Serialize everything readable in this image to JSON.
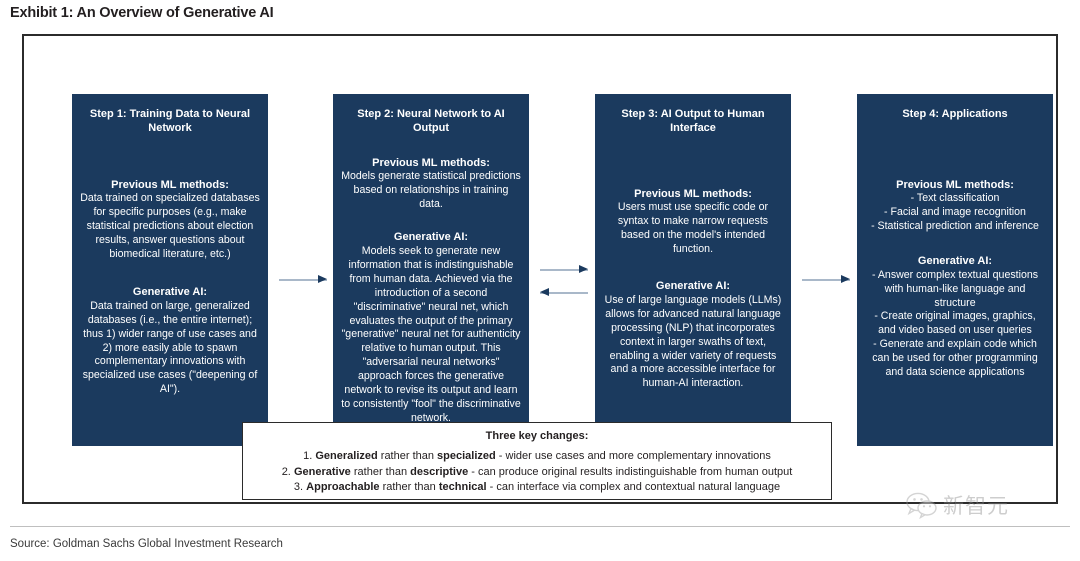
{
  "exhibit": {
    "title": "Exhibit 1: An Overview of Generative AI"
  },
  "colors": {
    "box_fill": "#1b3a5e",
    "frame_border": "#2b2b2b",
    "arrow_shaft": "#a9b8c9",
    "arrow_head": "#1b3a5e",
    "text_on_box": "#ffffff"
  },
  "steps": [
    {
      "header": "Step 1: Training Data to Neural Network",
      "previous_label": "Previous ML methods:",
      "previous_body": "Data trained on specialized databases for specific purposes (e.g., make statistical predictions about election results, answer questions about biomedical literature, etc.)",
      "generative_label": "Generative AI:",
      "generative_body": "Data trained on large, generalized databases (i.e., the entire internet); thus 1) wider range of use cases and 2) more easily able to spawn complementary innovations with specialized use cases (\"deepening of AI\")."
    },
    {
      "header": "Step 2: Neural Network to AI Output",
      "previous_label": "Previous ML methods:",
      "previous_body": "Models generate statistical predictions based on relationships in training data.",
      "generative_label": "Generative AI:",
      "generative_body": "Models seek to generate new information that is indistinguishable from human data. Achieved via the introduction of a second \"discriminative\" neural net, which evaluates the output of the primary \"generative\" neural net for authenticity relative to human output. This \"adversarial neural networks\" approach forces the generative network to revise its output and learn to consistently \"fool\" the discriminative network."
    },
    {
      "header": "Step 3: AI Output to Human Interface",
      "previous_label": "Previous ML methods:",
      "previous_body": "Users must use specific code or syntax to make narrow requests based on the model's intended function.",
      "generative_label": "Generative AI:",
      "generative_body": "Use of large language models (LLMs) allows for advanced natural language processing (NLP) that incorporates context in larger swaths of text, enabling a wider variety of requests and a more accessible interface for human-AI interaction."
    },
    {
      "header": "Step 4: Applications",
      "previous_label": "Previous ML methods:",
      "previous_body": "- Text classification\n- Facial and image recognition\n- Statistical prediction and inference",
      "generative_label": "Generative AI:",
      "generative_body": "- Answer complex textual questions with human-like language and structure\n- Create original images, graphics, and video based on user queries\n- Generate and explain code which can be used for other programming and data science applications"
    }
  ],
  "arrows": [
    {
      "name": "step1-to-step2",
      "direction": "right"
    },
    {
      "name": "step2-to-step3",
      "direction": "right"
    },
    {
      "name": "step3-to-step2",
      "direction": "left"
    },
    {
      "name": "step3-to-step4",
      "direction": "right"
    }
  ],
  "key_changes": {
    "title": "Three key changes:",
    "items": [
      {
        "number": "1.",
        "bold_a": "Generalized",
        "mid": " rather than ",
        "bold_b": "specialized",
        "rest": " - wider use cases and more complementary innovations"
      },
      {
        "number": "2.",
        "bold_a": "Generative",
        "mid": " rather than ",
        "bold_b": "descriptive",
        "rest": " - can produce original results indistinguishable from human output"
      },
      {
        "number": "3.",
        "bold_a": "Approachable",
        "mid": " rather than ",
        "bold_b": "technical",
        "rest": " - can interface via complex and contextual natural language"
      }
    ]
  },
  "source": {
    "note": "Source: Goldman Sachs Global Investment Research"
  },
  "watermark": {
    "text": "新智元",
    "icon": "wechat-icon"
  }
}
